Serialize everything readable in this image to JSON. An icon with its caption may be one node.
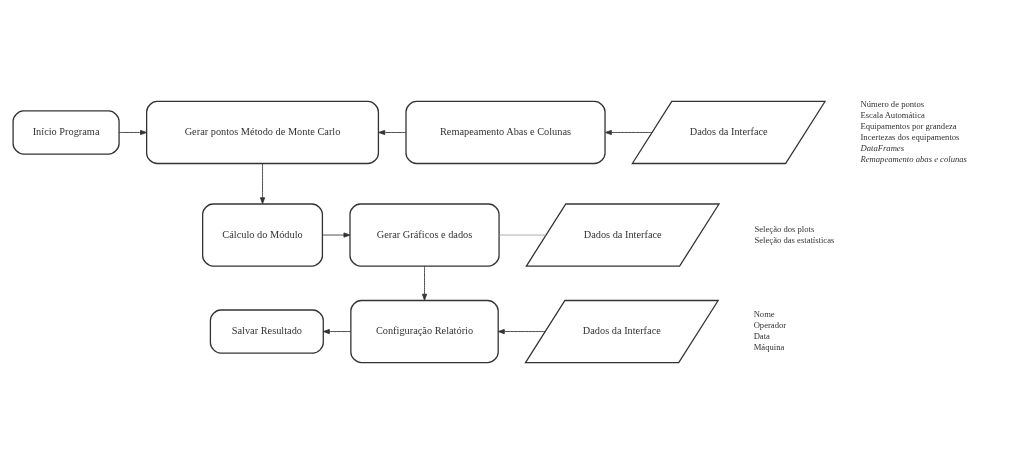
{
  "diagram": {
    "nodes": [
      {
        "text": [
          "Início Programa"
        ]
      },
      {
        "text": [
          "Gerar pontos Método de Monte Carlo"
        ]
      },
      {
        "text": [
          "Remapeamento Abas e Colunas"
        ]
      },
      {
        "text": [
          "Dados da Interface"
        ],
        "beside": [
          "Número de pontos",
          "Escala Automática",
          "Equipamentos por grandeza",
          "Incertezas dos equipamentos",
          "DataFrames",
          "Remapeamento abas e colunas"
        ]
      },
      {
        "text": [
          "Cálculo do Módulo"
        ]
      },
      {
        "text": [
          "Gerar Gráficos e dados"
        ]
      },
      {
        "text": [
          "Dados da Interface"
        ],
        "beside": [
          "Seleção dos plots",
          "Seleção das estatísticas"
        ]
      },
      {
        "text": [
          "Salvar Resultado"
        ]
      },
      {
        "text": [
          "Configuração Relatório"
        ]
      },
      {
        "text": [
          "Dados da Interface"
        ],
        "beside": [
          "Nome",
          "Operador",
          "Data",
          "Máquina"
        ]
      }
    ],
    "edges": [
      {
        "from": 0,
        "to": 1,
        "arrow": "to"
      },
      {
        "from": 3,
        "to": 2,
        "arrow": "to"
      },
      {
        "from": 2,
        "to": 1,
        "arrow": "to"
      },
      {
        "from": 1,
        "to": 4,
        "arrow": "to"
      },
      {
        "from": 4,
        "to": 5,
        "arrow": "to"
      },
      {
        "from": 5,
        "to": 6,
        "arrow": "none",
        "color": "#a0a0a0"
      },
      {
        "from": 5,
        "to": 8,
        "arrow": "to"
      },
      {
        "from": 9,
        "to": 8,
        "arrow": "to"
      },
      {
        "from": 8,
        "to": 7,
        "arrow": "to"
      }
    ]
  }
}
